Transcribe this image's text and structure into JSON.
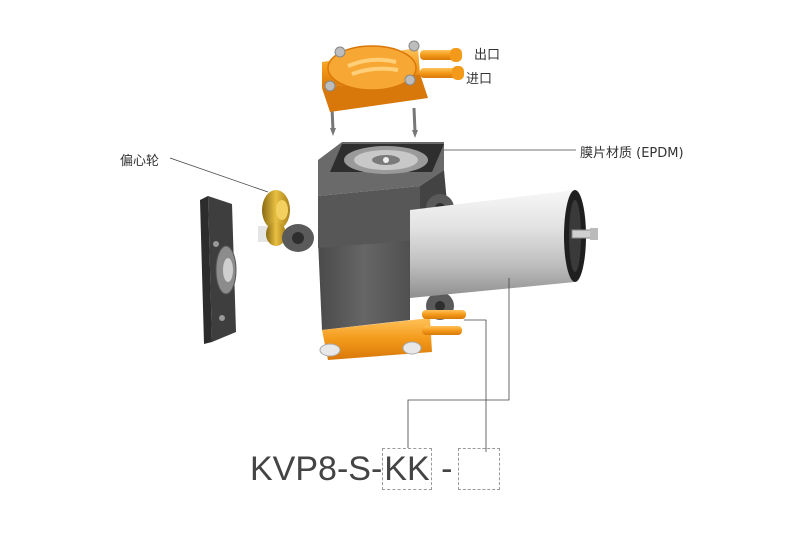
{
  "labels": {
    "outlet": "出口",
    "inlet": "进口",
    "eccentric_wheel": "偏心轮",
    "diaphragm": "膜片材质 (EPDM)"
  },
  "model_code": {
    "prefix": "KVP8-S-",
    "code1": "KK",
    "separator": "-",
    "code2": ""
  },
  "colors": {
    "orange": "#f39a1a",
    "dark_gray": "#5c5c5c",
    "brass": "#d8ad2a",
    "leader": "#444444"
  }
}
